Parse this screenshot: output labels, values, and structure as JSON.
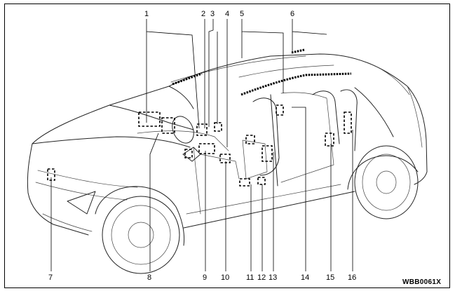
{
  "figure_code": "WBB0061X",
  "callouts": {
    "c1": "1",
    "c2": "2",
    "c3": "3",
    "c4": "4",
    "c5": "5",
    "c6": "6",
    "c7": "7",
    "c8": "8",
    "c9": "9",
    "c10": "10",
    "c11": "11",
    "c12": "12",
    "c13": "13",
    "c14": "14",
    "c15": "15",
    "c16": "16"
  }
}
